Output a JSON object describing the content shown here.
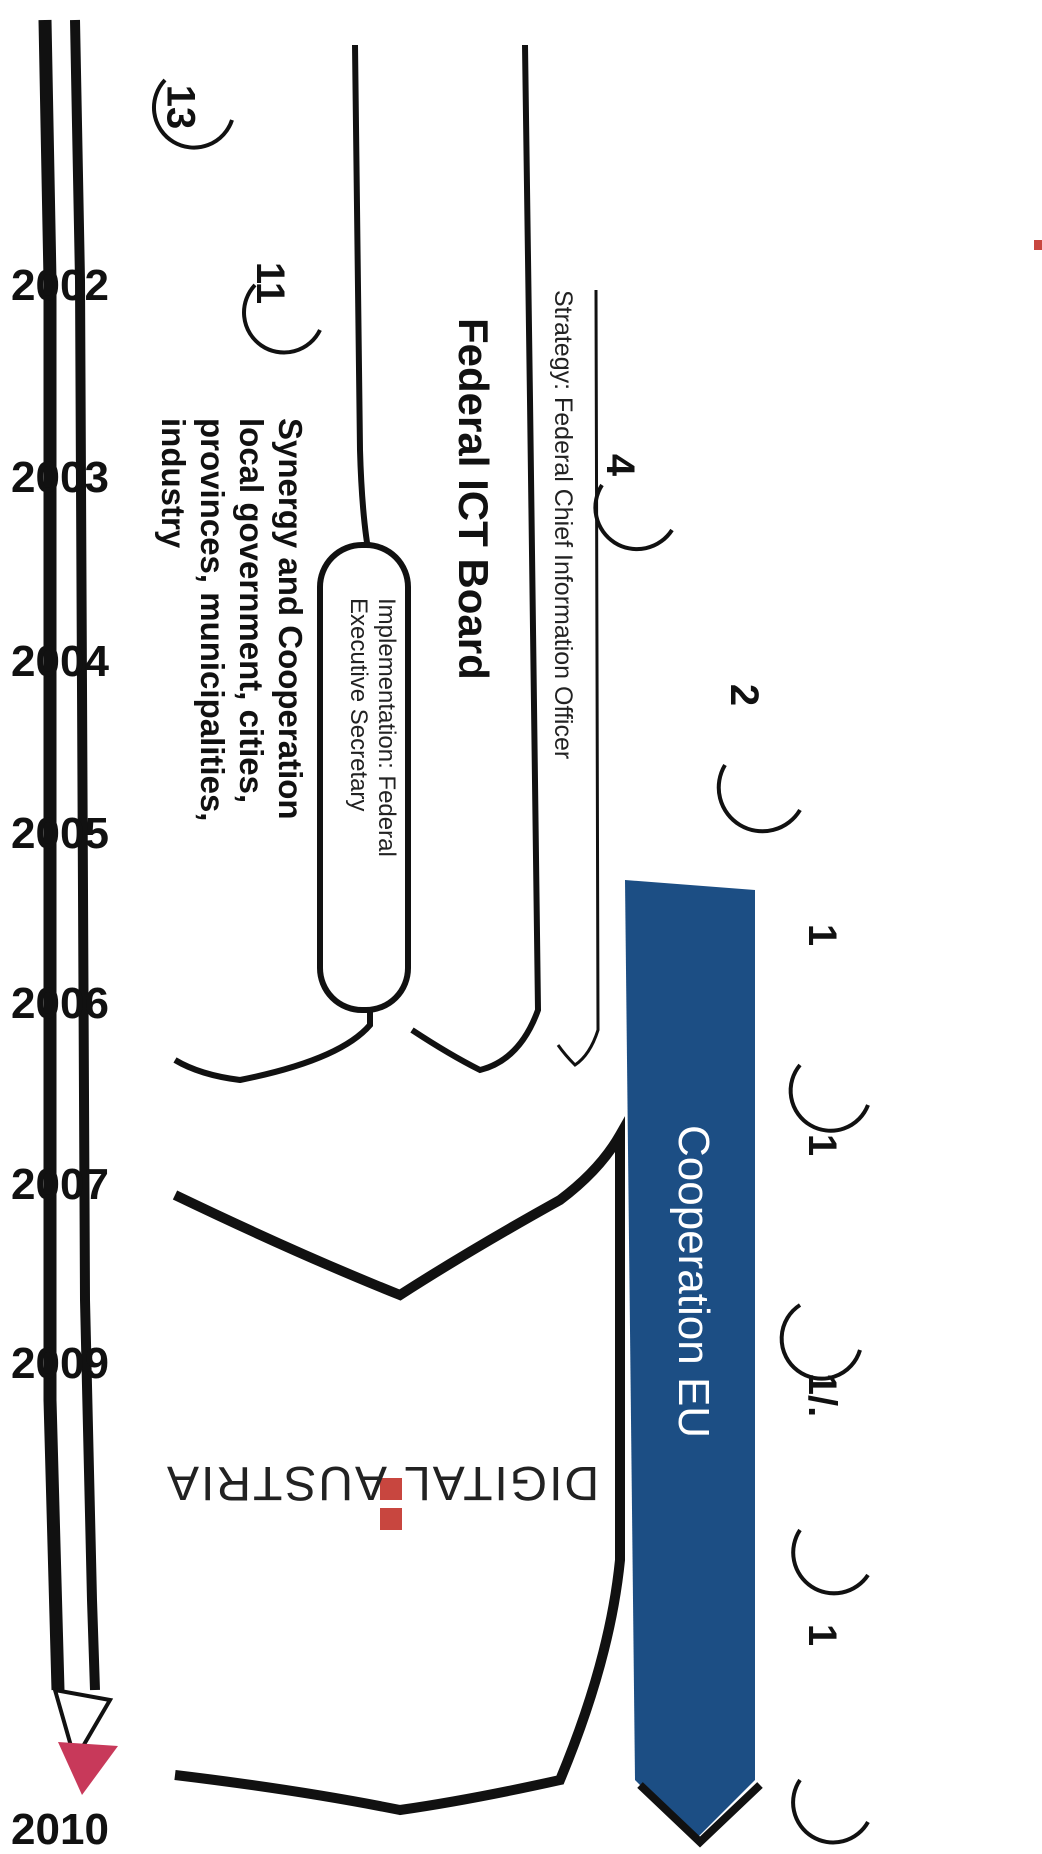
{
  "timeline": {
    "years": [
      "2002",
      "2003",
      "2004",
      "2005",
      "2006",
      "2007",
      "2009",
      "2010"
    ]
  },
  "badges": [
    "13",
    "11",
    "4",
    "2",
    "1",
    "1",
    "1/.",
    "1"
  ],
  "labels": {
    "strategy": "Strategy: Federal Chief Information Officer",
    "board": "Federal ICT Board",
    "implementation_line1": "Implementation: Federal",
    "implementation_line2": "Executive Secretary",
    "synergy_line1": "Synergy and Cooperation",
    "synergy_line2": "local government, cities,",
    "synergy_line3": "provinces, municipalities,",
    "synergy_line4": "industry",
    "cooperation_eu": "Cooperation EU"
  },
  "logo": {
    "word1": "DIGITAL",
    "word2": "AUSTRIA"
  },
  "colors": {
    "eu_band": "#1c4e84",
    "logo_square": "#c8463f",
    "arrow_tip": "#c8395a",
    "ink": "#111111"
  }
}
